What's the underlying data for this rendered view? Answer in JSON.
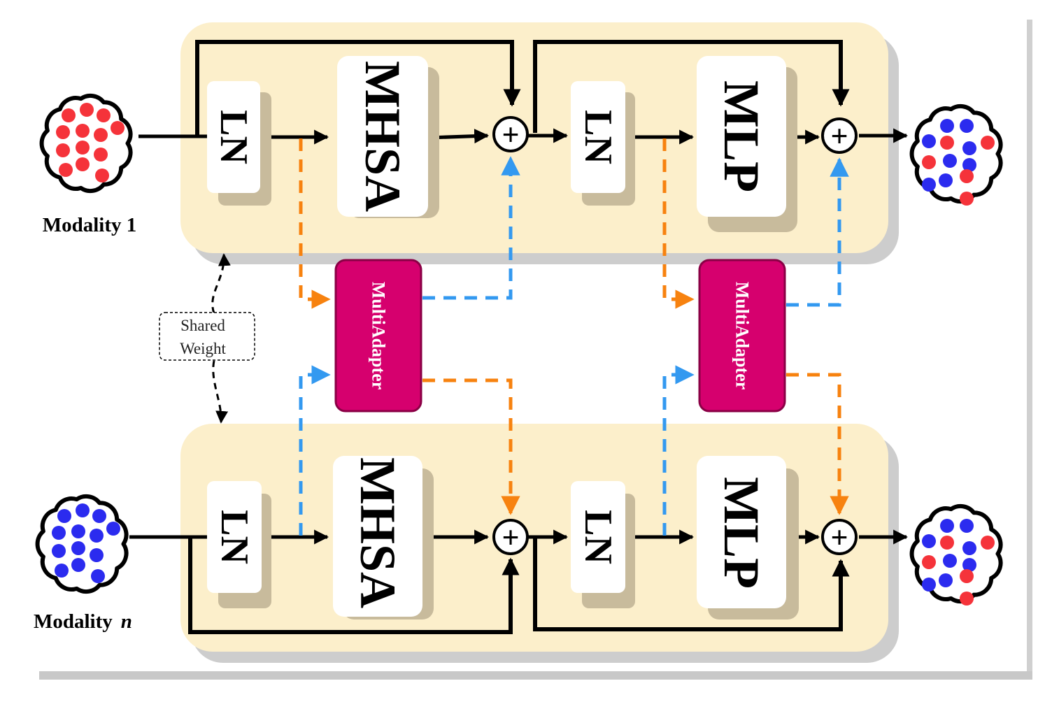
{
  "colors": {
    "panel": "#fcefcb",
    "panel_shadow": "#cdcdcd",
    "block": "#ffffff",
    "block_shadow": "#c8bb9c",
    "adapter": "#d6006e",
    "adapter_border": "#8a0045",
    "orange": "#f7820f",
    "blue": "#3399f0",
    "token_red": "#f5333a",
    "token_blue": "#2b2bef"
  },
  "branches": {
    "top": {
      "modality_label": "Modality 1",
      "ln1": "LN",
      "attn": "MHSA",
      "ln2": "LN",
      "mlp": "MLP",
      "input_tokens": "red",
      "output_tokens": "mixed"
    },
    "bottom": {
      "modality_label": "Modality",
      "modality_index": "n",
      "ln1": "LN",
      "attn": "MHSA",
      "ln2": "LN",
      "mlp": "MLP",
      "input_tokens": "blue",
      "output_tokens": "mixed"
    }
  },
  "adapters": {
    "attn": "MultiAdapter",
    "mlp": "MultiAdapter"
  },
  "shared": {
    "line1": "Shared",
    "line2": "Weight"
  },
  "add_symbol": "+"
}
